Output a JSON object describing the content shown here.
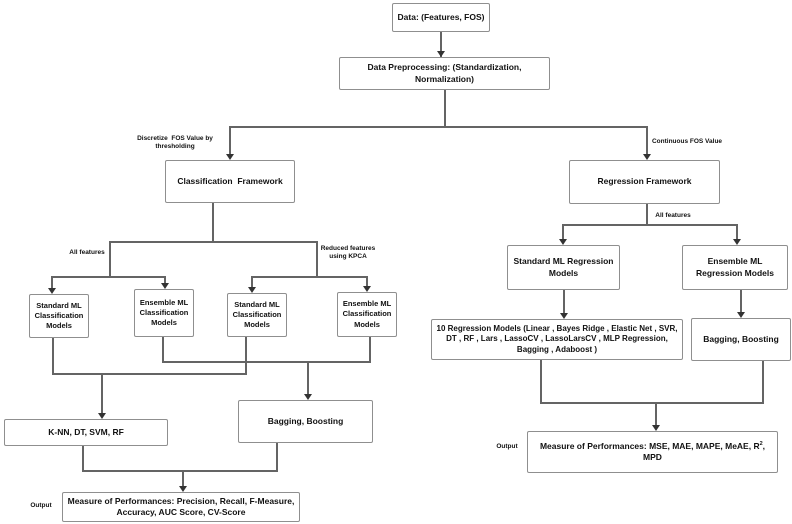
{
  "diagram": {
    "colors": {
      "box_border": "#8f8f8f",
      "line": "#646464",
      "arrow": "#333333",
      "text": "#111111",
      "background": "#ffffff"
    },
    "nodes": {
      "data": "Data: (Features, FOS)",
      "preprocessing": "Data Preprocessing: (Standardization, Normalization)",
      "classification_framework": "Classification  Framework",
      "regression_framework": "Regression Framework",
      "std_ml_classification_1": "Standard ML Classification Models",
      "ensemble_ml_classification_1": "Ensemble ML Classification Models",
      "std_ml_classification_2": "Standard ML Classification Models",
      "ensemble_ml_classification_2": "Ensemble ML Classification Models",
      "knn_dt_svm_rf": "K-NN, DT, SVM, RF",
      "bagging_boosting_classification": "Bagging, Boosting",
      "classification_output": "Measure of Performances: Precision, Recall, F-Measure, Accuracy, AUC Score, CV-Score",
      "std_ml_regression": "Standard ML Regression Models",
      "ensemble_ml_regression": "Ensemble ML Regression Models",
      "ten_regression_models": "10 Regression Models (Linear , Bayes Ridge , Elastic Net , SVR, DT , RF , Lars , LassoCV , LassoLarsCV , MLP Regression, Bagging , Adaboost )",
      "bagging_boosting_regression": "Bagging, Boosting",
      "regression_output_pre": "Measure of Performances: MSE, MAE, MAPE, MeAE, R",
      "regression_output_sup": "2",
      "regression_output_post": ", MPD"
    },
    "edge_labels": {
      "discretize": "Discretize  FOS Value by thresholding",
      "continuous": "Continuous FOS Value",
      "all_features_classification": "All features",
      "reduced_features_kpca": "Reduced features using KPCA",
      "all_features_regression": "All features",
      "output_left": "Output",
      "output_right": "Output"
    }
  }
}
